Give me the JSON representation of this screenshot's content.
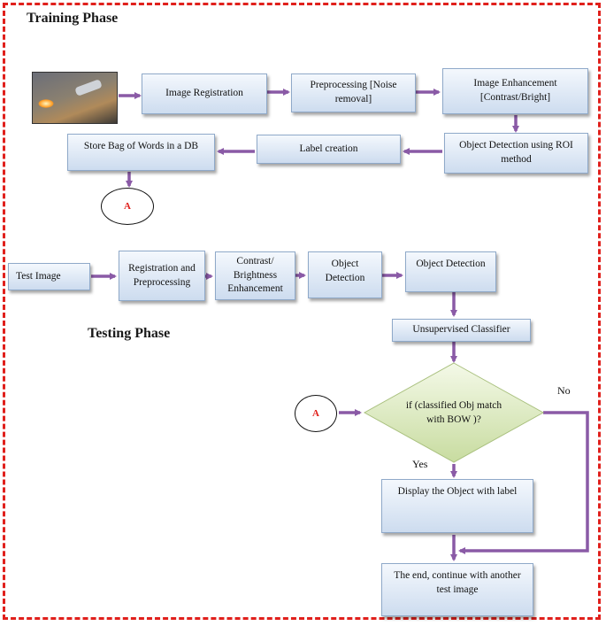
{
  "training": {
    "title": "Training Phase",
    "image_registration": "Image Registration",
    "preprocessing": "Preprocessing [Noise removal]",
    "enhancement": "Image Enhancement [Contrast/Bright]",
    "object_detection": "Object Detection using ROI method",
    "label_creation": "Label creation",
    "store_bow": "Store Bag of Words in a DB",
    "connector_a": "A"
  },
  "testing": {
    "title": "Testing Phase",
    "test_image": "Test Image",
    "registration": "Registration and Preprocessing",
    "contrast": "Contrast/ Brightness Enhancement",
    "object_detection_1": "Object Detection",
    "object_detection_2": "Object Detection",
    "classifier": "Unsupervised Classifier",
    "decision": "if (classified Obj match with BOW )?",
    "connector_a": "A",
    "no_label": "No",
    "yes_label": "Yes",
    "display": "Display the Object with label",
    "end": "The end, continue with another test image"
  },
  "colors": {
    "arrow": "#8a5aa6",
    "frame": "#e0201c",
    "box_fill": "#dbe6f3",
    "decision_fill": "#d9e8b8"
  }
}
